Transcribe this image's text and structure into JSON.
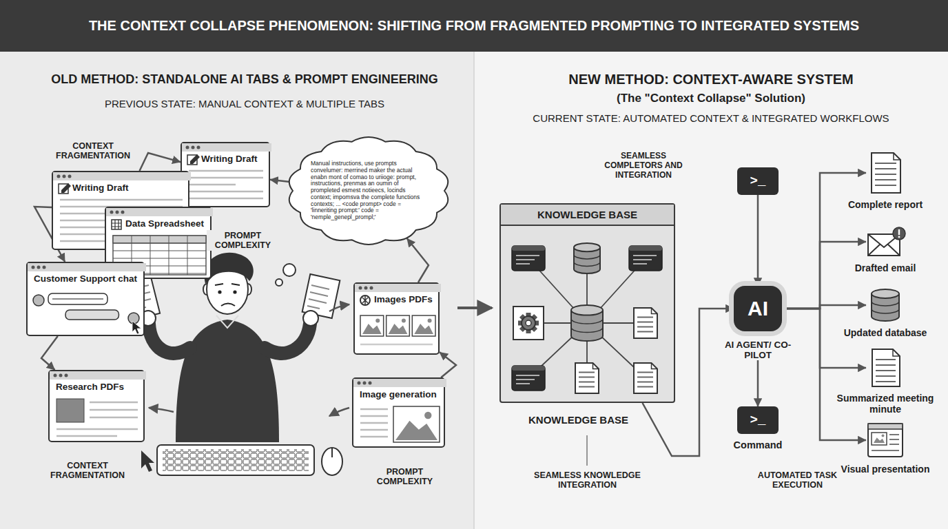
{
  "diagram": {
    "title": "THE CONTEXT COLLAPSE PHENOMENON: SHIFTING FROM FRAGMENTED PROMPTING TO INTEGRATED SYSTEMS",
    "nodes": [
      {
        "text": [
          "Writing Draft"
        ]
      },
      {
        "text": [
          "Writing Draft"
        ]
      },
      {
        "text": [
          "Data Spreadsheet"
        ]
      },
      {
        "text": [
          "Customer Support chat"
        ]
      },
      {
        "text": [
          "Research PDFs"
        ]
      },
      {
        "text": [
          "Manual instructions, use prompts convelumer: merrined maker the actual enabn mont of comao to uriioge: prompt, instructions, prenmas an oumin of prompleted esmest notieecs, locinds context; impomsva the complete functions contexts; ... <code prompt> code = 'linneriting prompt:' code = 'nemple_genepl_prompl;'"
        ]
      },
      {
        "text": [
          "Images PDFs"
        ]
      },
      {
        "text": [
          "Image generation"
        ]
      },
      {
        "text": [
          "KNOWLEDGE BASE",
          "KNOWLEDGE BASE"
        ]
      },
      {
        "text": [
          ">_"
        ]
      },
      {
        "text": [
          "AI",
          "AI AGENT/ CO-PILOT"
        ]
      },
      {
        "text": [
          ">_",
          "Command"
        ]
      },
      {
        "text": [
          "Complete report"
        ]
      },
      {
        "text": [
          "Drafted email"
        ]
      },
      {
        "text": [
          "Updated database"
        ]
      },
      {
        "text": [
          "Summarized meeting minute"
        ]
      },
      {
        "text": [
          "Visual presentation"
        ]
      }
    ],
    "edges": [
      {
        "from": 1,
        "to": 0,
        "arrow": "to"
      },
      {
        "from": 1,
        "to": 3,
        "arrow": "to"
      },
      {
        "from": 3,
        "to": 4,
        "arrow": "to"
      },
      {
        "from": 5,
        "to": 0,
        "arrow": "to"
      },
      {
        "from": 6,
        "to": 5,
        "arrow": "to"
      },
      {
        "from": 7,
        "to": 6,
        "arrow": "to"
      },
      {
        "from": 8,
        "to": 10,
        "arrow": "to"
      },
      {
        "from": 9,
        "to": 10,
        "arrow": "to"
      },
      {
        "from": 10,
        "to": 11,
        "arrow": "to"
      },
      {
        "from": 10,
        "to": 12,
        "arrow": "to"
      },
      {
        "from": 10,
        "to": 13,
        "arrow": "to"
      },
      {
        "from": 10,
        "to": 14,
        "arrow": "to"
      },
      {
        "from": 10,
        "to": 15,
        "arrow": "to"
      },
      {
        "from": 10,
        "to": 16,
        "arrow": "to"
      }
    ],
    "labels": [
      "OLD METHOD: STANDALONE AI TABS & PROMPT ENGINEERING",
      "PREVIOUS STATE: MANUAL CONTEXT & MULTIPLE TABS",
      "CONTEXT FRAGMENTATION",
      "PROMPT COMPLEXITY",
      "CONTEXT FRAGMENTATION",
      "PROMPT COMPLEXITY",
      "NEW METHOD: CONTEXT-AWARE SYSTEM",
      "(The \"Context Collapse\" Solution)",
      "CURRENT STATE: AUTOMATED CONTEXT & INTEGRATED WORKFLOWS",
      "SEAMLESS COMPLETORS AND INTEGRATION",
      "SEAMLESS KNOWLEDGE INTEGRATION",
      "AUTOMATED TASK EXECUTION"
    ]
  }
}
